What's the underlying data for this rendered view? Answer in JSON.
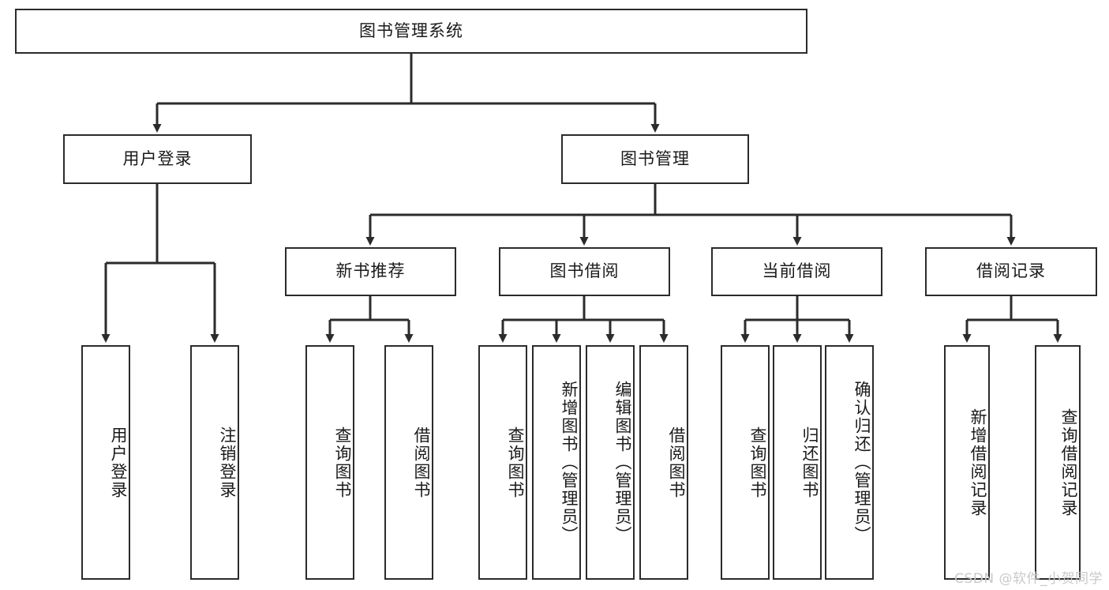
{
  "diagram": {
    "type": "tree",
    "title": "图书管理系统",
    "root": {
      "id": "root",
      "label": "图书管理系统"
    },
    "level1": [
      {
        "id": "login",
        "label": "用户登录"
      },
      {
        "id": "bookmgmt",
        "label": "图书管理"
      }
    ],
    "level2": [
      {
        "id": "newbook",
        "label": "新书推荐",
        "parent": "bookmgmt"
      },
      {
        "id": "borrow",
        "label": "图书借阅",
        "parent": "bookmgmt"
      },
      {
        "id": "current",
        "label": "当前借阅",
        "parent": "bookmgmt"
      },
      {
        "id": "records",
        "label": "借阅记录",
        "parent": "bookmgmt"
      }
    ],
    "leaves": [
      {
        "id": "leaf-user-login",
        "label": "用户登录",
        "parent": "login"
      },
      {
        "id": "leaf-user-logout",
        "label": "注销登录",
        "parent": "login"
      },
      {
        "id": "leaf-nb-query",
        "label": "查询图书",
        "parent": "newbook"
      },
      {
        "id": "leaf-nb-borrow",
        "label": "借阅图书",
        "parent": "newbook"
      },
      {
        "id": "leaf-bb-query",
        "label": "查询图书",
        "parent": "borrow"
      },
      {
        "id": "leaf-bb-add",
        "label": "新增图书（管理员）",
        "parent": "borrow"
      },
      {
        "id": "leaf-bb-edit",
        "label": "编辑图书（管理员）",
        "parent": "borrow"
      },
      {
        "id": "leaf-bb-borrow",
        "label": "借阅图书",
        "parent": "borrow"
      },
      {
        "id": "leaf-cur-query",
        "label": "查询图书",
        "parent": "current"
      },
      {
        "id": "leaf-cur-return",
        "label": "归还图书",
        "parent": "current"
      },
      {
        "id": "leaf-cur-confirm",
        "label": "确认归还（管理员）",
        "parent": "current"
      },
      {
        "id": "leaf-rec-add",
        "label": "新增借阅记录",
        "parent": "records"
      },
      {
        "id": "leaf-rec-query",
        "label": "查询借阅记录",
        "parent": "records"
      }
    ],
    "colors": {
      "stroke": "#2b2b2b",
      "fill": "#ffffff",
      "text": "#1a1a1a",
      "watermark": "#c9c9c9"
    }
  },
  "watermark": {
    "text": "CSDN @软件_小贺同学"
  }
}
